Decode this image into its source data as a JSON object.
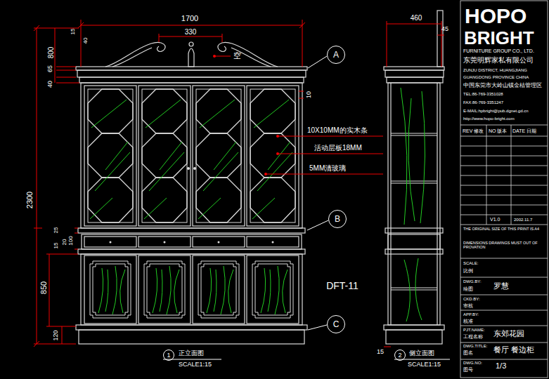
{
  "diagram": {
    "nodes": [
      {
        "text": [
          "A"
        ]
      },
      {
        "text": [
          "B"
        ]
      },
      {
        "text": [
          "C"
        ]
      },
      {
        "text": [
          "1"
        ]
      },
      {
        "text": [
          "2"
        ]
      }
    ],
    "labels": [
      "1700",
      "330",
      "15",
      "40",
      "800",
      "65",
      "40",
      "空",
      "10",
      "10X10MM的实木条",
      "活动层板18MM",
      "5MM清玻璃",
      "2300",
      "25",
      "15",
      "20",
      "100",
      "850",
      "120",
      "DFT-11",
      "正立面图",
      "SCALE1:15",
      "460",
      "45",
      "15",
      "侧立面图",
      "SCALE1:15",
      "HOPO",
      "BRIGHT",
      "FURNITURE GROUP CO., LTD.",
      "东莞明辉家私有限公司",
      "ZUNJU DISTRICT, HUANGJIANG",
      "GUANGDONG PROVINCE CHINA",
      "中国东莞市大岭山镇金桔管理区",
      "TEL:86-769-3351028",
      "FAX:86-769-3351247",
      "E-MAIL:hpbright@pub.dgnet.gd.cn",
      "http://www.hopo-bright.com",
      "REV 修改",
      "NO 版本",
      "DATE 日期",
      "V1.0",
      "2002.11.7",
      "THE ORIGINAL SIZE OF THIS PRINT IS A4",
      "DIMENSIONS DRAWINGS MUST OUT OF PROVATION",
      "SCALE:",
      "比例",
      "DWG.BY:",
      "绘图",
      "罗慧",
      "CKD.BY:",
      "审核",
      "APP.BY:",
      "核准",
      "PJT.NAME:",
      "工程名称",
      "东郊花园",
      "DWG.TITLE:",
      "图名",
      "餐厅 餐边柜",
      "DWG.NO:",
      "图号",
      "1/3"
    ]
  }
}
